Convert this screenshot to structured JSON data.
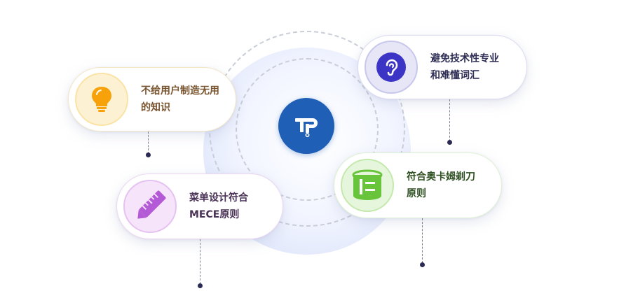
{
  "center": {
    "logo_icon": "tp-logo-icon",
    "logo_color": "#1f5fb5"
  },
  "cards": [
    {
      "id": "no-useless-knowledge",
      "icon": "lightbulb-icon",
      "accent": "#f5a40a",
      "line1": "不给用户制造无用",
      "line2": "的知识"
    },
    {
      "id": "avoid-jargon",
      "icon": "ear-icon",
      "accent": "#3b34c4",
      "line1": "避免技术性专业",
      "line2": "和难懂词汇"
    },
    {
      "id": "mece-menu",
      "icon": "pencil-ruler-icon",
      "accent": "#b55ad6",
      "line1": "菜单设计符合",
      "line2": "MECE原则"
    },
    {
      "id": "occams-razor",
      "icon": "cylinder-icon",
      "accent": "#68c43a",
      "line1": "符合奥卡姆剃刀",
      "line2": "原则"
    }
  ]
}
